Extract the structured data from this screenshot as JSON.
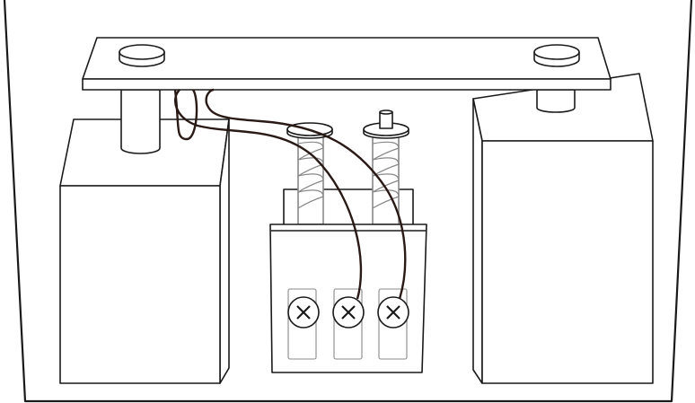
{
  "colors": {
    "line": "#1a1a1a",
    "wire": "#2a1a16",
    "spring": "#888888",
    "background": "#ffffff"
  },
  "components": {
    "terminal_screws": 3,
    "posts": 2,
    "blocks": 2
  }
}
